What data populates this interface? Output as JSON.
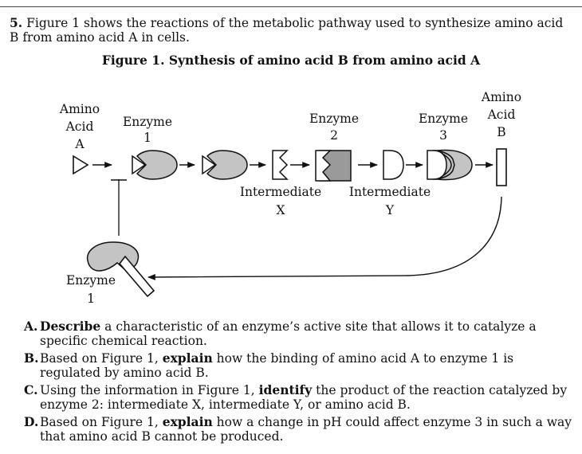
{
  "question": {
    "number": "5.",
    "stem": "Figure 1 shows the reactions of the metabolic pathway used to synthesize amino acid B from amino acid A in cells."
  },
  "figure": {
    "title": "Figure 1. Synthesis of amino acid B from amino acid A",
    "labels": {
      "amino_acid_a": [
        "Amino",
        "Acid",
        "A"
      ],
      "enzyme_1_top": [
        "Enzyme",
        "1"
      ],
      "enzyme_2": [
        "Enzyme",
        "2"
      ],
      "enzyme_3": [
        "Enzyme",
        "3"
      ],
      "amino_acid_b": [
        "Amino",
        "Acid",
        "B"
      ],
      "intermediate_x": [
        "Intermediate",
        "X"
      ],
      "intermediate_y": [
        "Intermediate",
        "Y"
      ],
      "enzyme_1_bottom": [
        "Enzyme",
        "1"
      ]
    }
  },
  "parts": [
    {
      "letter": "A.",
      "verb": "Describe",
      "before": "",
      "after": " a characteristic of an enzyme’s active site that allows it to catalyze a specific chemical reaction."
    },
    {
      "letter": "B.",
      "verb": "explain",
      "before": "Based on Figure 1, ",
      "after": " how the binding of amino acid A to enzyme 1 is regulated by amino acid B."
    },
    {
      "letter": "C.",
      "verb": "identify",
      "before": "Using the information in Figure 1, ",
      "after": " the product of the reaction catalyzed by enzyme 2: intermediate X, intermediate Y, or amino acid B."
    },
    {
      "letter": "D.",
      "verb": "explain",
      "before": "Based on Figure 1, ",
      "after": " how a change in pH could affect enzyme 3 in such a way that amino acid B cannot be produced."
    }
  ]
}
